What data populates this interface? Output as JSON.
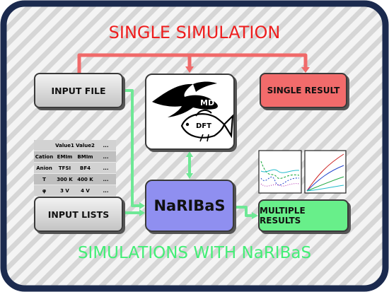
{
  "titles": {
    "top": "SINGLE SIMULATION",
    "bottom": "SIMULATIONS WITH NaRIBaS"
  },
  "boxes": {
    "input_file": "INPUT FILE",
    "input_lists": "INPUT LISTS",
    "single_result": "SINGLE RESULT",
    "naribas": "NaRIBaS",
    "multiple_results": "MULTIPLE RESULTS"
  },
  "engine": {
    "md_label": "MD",
    "dft_label": "DFT"
  },
  "table": {
    "header": [
      "",
      "Value1",
      "Value2",
      "..."
    ],
    "rows": [
      [
        "Cation",
        "EMIm",
        "BMIm",
        "..."
      ],
      [
        "Anion",
        "TFSI",
        "BF4",
        "..."
      ],
      [
        "T",
        "300 K",
        "400 K",
        "..."
      ],
      [
        "φ",
        "3 V",
        "4 V",
        "..."
      ]
    ]
  },
  "colors": {
    "frame": "#1b2a4e",
    "title_top": "#ee1f1f",
    "title_bottom": "#44ee77",
    "arrow_red": "#f06a6a",
    "arrow_green": "#6ee896",
    "single_result": "#f26b6b",
    "naribas": "#8f8ff0",
    "multiple_results": "#68ef8a",
    "input_box": "#d8d8d8"
  },
  "icons": [
    "swallow-icon",
    "fish-icon",
    "line-plot-thumbnail-icon",
    "line-plot-thumbnail-icon"
  ]
}
